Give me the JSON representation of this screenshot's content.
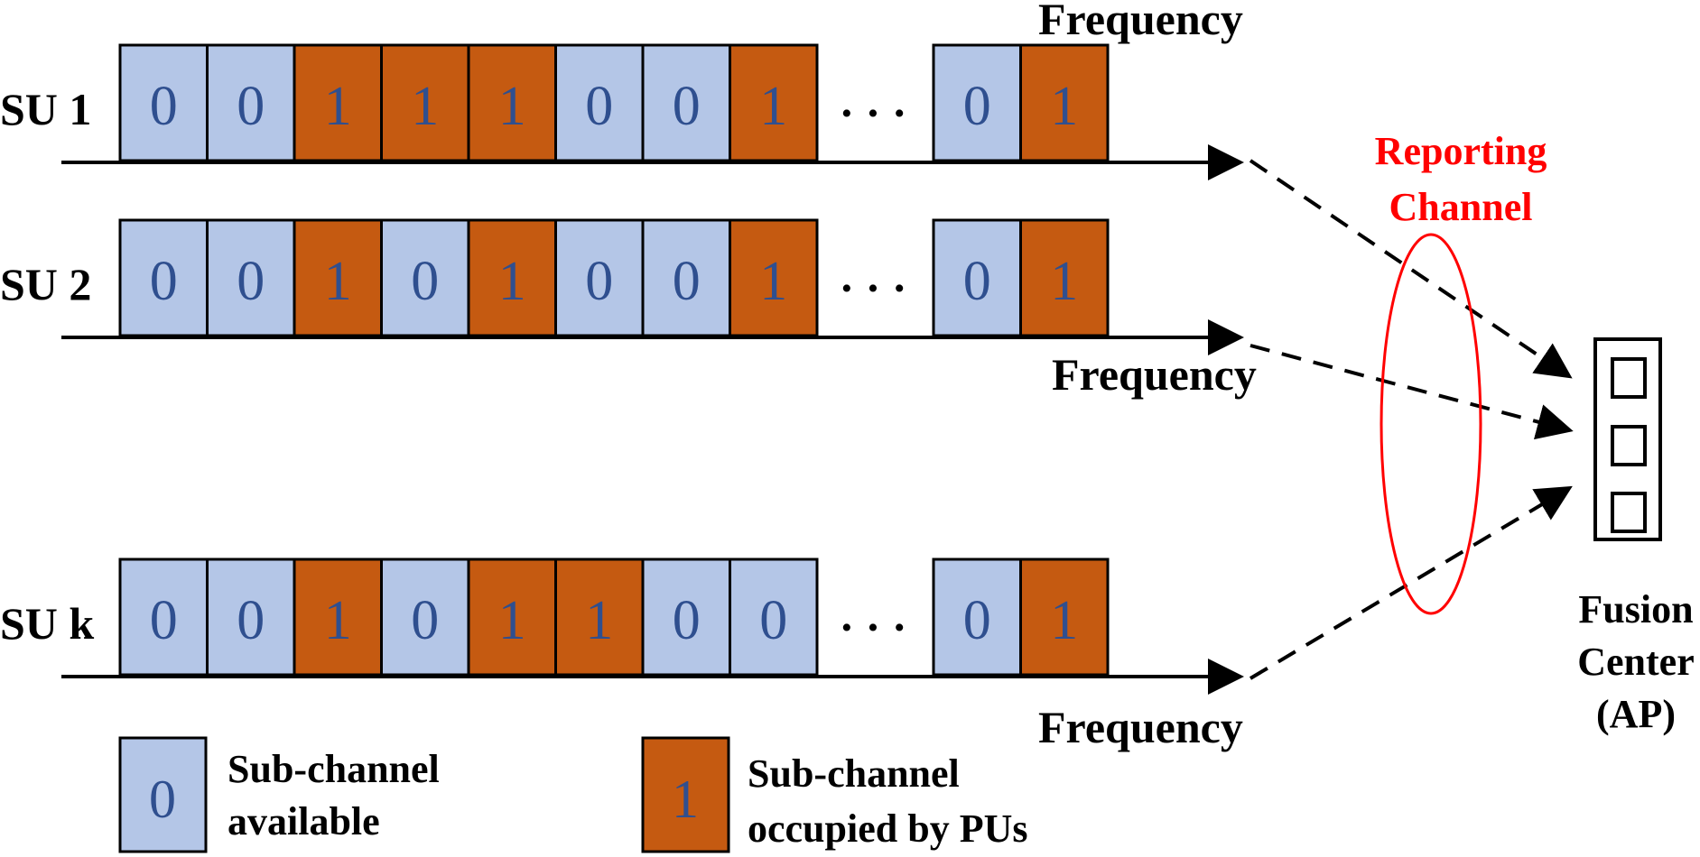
{
  "colors": {
    "available": "#b4c6e7",
    "occupied": "#c55a11",
    "digit": "#2f4f8f",
    "reporting": "#ff0000"
  },
  "rows": [
    {
      "label": "SU 1",
      "bits": [
        "0",
        "0",
        "1",
        "1",
        "1",
        "0",
        "0",
        "1"
      ],
      "tail": [
        "0",
        "1"
      ],
      "axis_label": "Frequency"
    },
    {
      "label": "SU 2",
      "bits": [
        "0",
        "0",
        "1",
        "0",
        "1",
        "0",
        "0",
        "1"
      ],
      "tail": [
        "0",
        "1"
      ],
      "axis_label": "Frequency"
    },
    {
      "label": "SU k",
      "bits": [
        "0",
        "0",
        "1",
        "0",
        "1",
        "1",
        "0",
        "0"
      ],
      "tail": [
        "0",
        "1"
      ],
      "axis_label": "Frequency"
    }
  ],
  "ellipsis": "· · ·",
  "reporting_channel": {
    "line1": "Reporting",
    "line2": "Channel"
  },
  "fusion_center": {
    "line1": "Fusion",
    "line2": "Center",
    "line3": "(AP)"
  },
  "legend": {
    "available": {
      "digit": "0",
      "line1": "Sub-channel",
      "line2": "available"
    },
    "occupied": {
      "digit": "1",
      "line1": "Sub-channel",
      "line2": "occupied by PUs"
    }
  }
}
